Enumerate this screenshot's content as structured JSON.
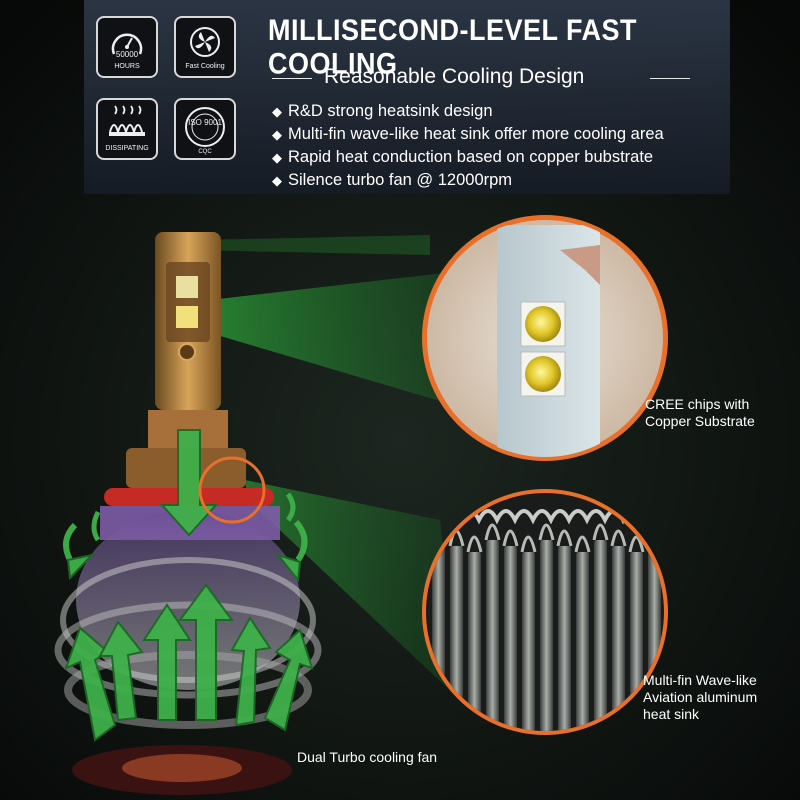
{
  "badges": [
    {
      "icon": "dial-icon",
      "label": "HOURS",
      "number": "50000"
    },
    {
      "icon": "fan-icon",
      "label": "Fast Cooling"
    },
    {
      "icon": "heat-dissipating-icon",
      "label": "DISSIPATING"
    },
    {
      "icon": "iso-certification-icon",
      "label": "ISO 9001"
    }
  ],
  "headline": "MILLISECOND-LEVEL FAST COOLING",
  "subheadline": "Reasonable Cooling Design",
  "features": [
    "R&D strong heatsink design",
    "Multi-fin wave-like heat sink offer more cooling area",
    "Rapid heat conduction based on copper bubstrate",
    "Silence turbo fan @ 12000rpm"
  ],
  "bullet": "◆",
  "callouts": {
    "chips": [
      "CREE chips with",
      "Copper Substrate"
    ],
    "heatsink": [
      "Multi-fin Wave-like",
      "Aviation aluminum",
      "heat sink"
    ],
    "fan": "Dual Turbo cooling fan"
  },
  "colors": {
    "accent_orange": "#e8702a",
    "beam_green": "#2fae3c",
    "arrow_green": "#3fb04a",
    "panel_bg": "#1f2733",
    "bulb_gold": "#c9974e"
  }
}
